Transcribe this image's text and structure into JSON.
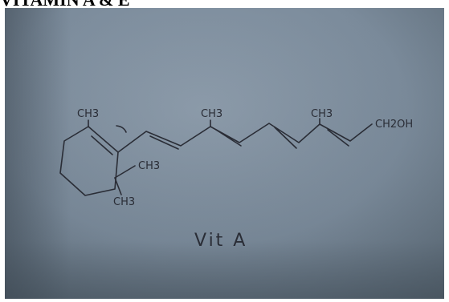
{
  "heading": "VITAMIN A & E",
  "labels": {
    "ring_methyl_top": "CH3",
    "ring_methyl_right": "CH3",
    "ring_methyl_bottom": "CH3",
    "chain_methyl_1": "CH3",
    "chain_methyl_2": "CH3",
    "end_group": "CH2OH",
    "caption": "Vit A"
  },
  "colors": {
    "paper_light": "#8797a6",
    "paper_dark": "#5c6b7a",
    "ink": "#2a2d36",
    "border": "#ffffff"
  }
}
